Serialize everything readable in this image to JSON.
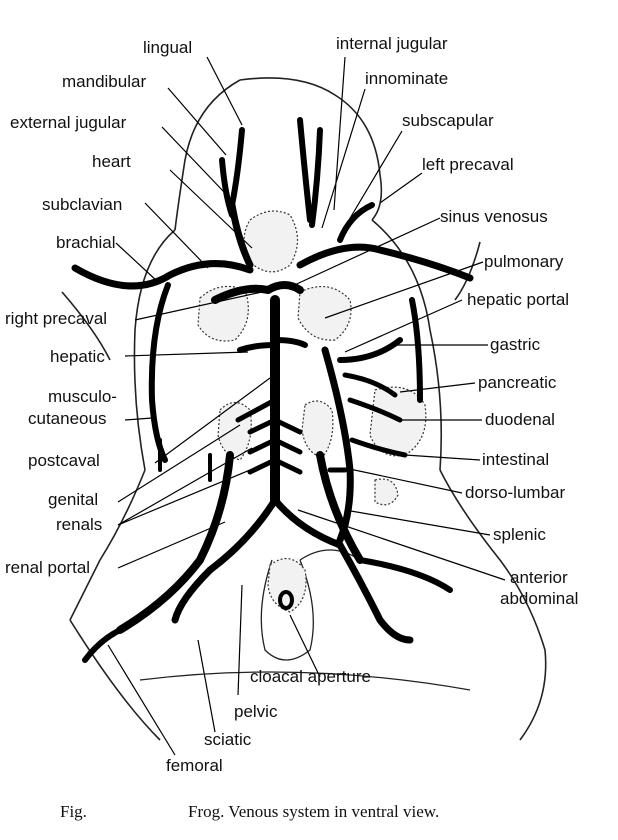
{
  "labels": {
    "lingual": "lingual",
    "mandibular": "mandibular",
    "external_jugular": "external jugular",
    "heart": "heart",
    "subclavian": "subclavian",
    "brachial": "brachial",
    "right_precaval": "right precaval",
    "hepatic": "hepatic",
    "musculo": "musculo-",
    "cutaneous": "cutaneous",
    "postcaval": "postcaval",
    "genital": "genital",
    "renals": "renals",
    "renal_portal": "renal portal",
    "internal_jugular": "internal jugular",
    "innominate": "innominate",
    "subscapular": "subscapular",
    "left_precaval": "left precaval",
    "sinus_venosus": "sinus venosus",
    "pulmonary": "pulmonary",
    "hepatic_portal": "hepatic portal",
    "gastric": "gastric",
    "pancreatic": "pancreatic",
    "duodenal": "duodenal",
    "intestinal": "intestinal",
    "dorso_lumbar": "dorso-lumbar",
    "splenic": "splenic",
    "anterior": "anterior",
    "abdominal": "abdominal",
    "cloacal_aperture": "cloacal aperture",
    "pelvic": "pelvic",
    "sciatic": "sciatic",
    "femoral": "femoral"
  },
  "caption": {
    "fig": "Fig.",
    "text": "Frog. Venous system in ventral view."
  }
}
